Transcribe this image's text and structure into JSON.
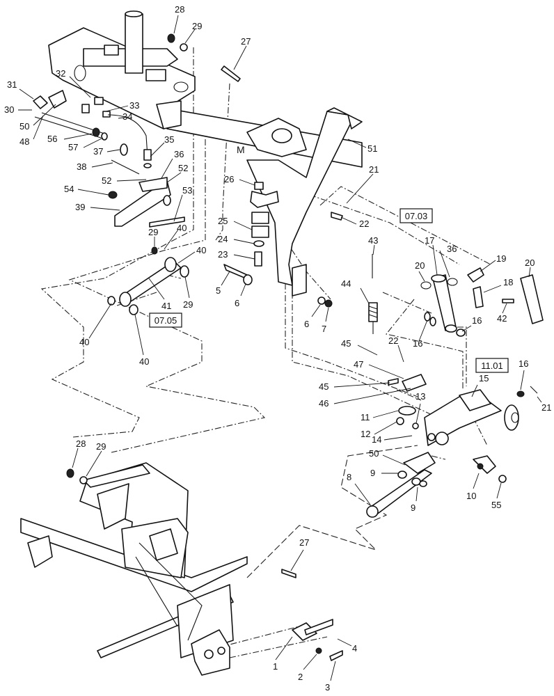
{
  "callouts": [
    "1",
    "2",
    "3",
    "4",
    "5",
    "6",
    "6",
    "7",
    "8",
    "9",
    "9",
    "10",
    "11",
    "12",
    "13",
    "14",
    "15",
    "16",
    "16",
    "16",
    "17",
    "18",
    "19",
    "20",
    "20",
    "21",
    "21",
    "22",
    "22",
    "23",
    "24",
    "25",
    "26",
    "27",
    "27",
    "28",
    "28",
    "29",
    "29",
    "29",
    "29",
    "30",
    "31",
    "32",
    "33",
    "34",
    "35",
    "36",
    "36",
    "37",
    "38",
    "39",
    "40",
    "40",
    "40",
    "40",
    "41",
    "42",
    "43",
    "44",
    "45",
    "45",
    "46",
    "47",
    "48",
    "50",
    "50",
    "51",
    "52",
    "52",
    "53",
    "54",
    "55",
    "56",
    "57"
  ],
  "references": [
    "07.03",
    "07.05",
    "11.01"
  ]
}
